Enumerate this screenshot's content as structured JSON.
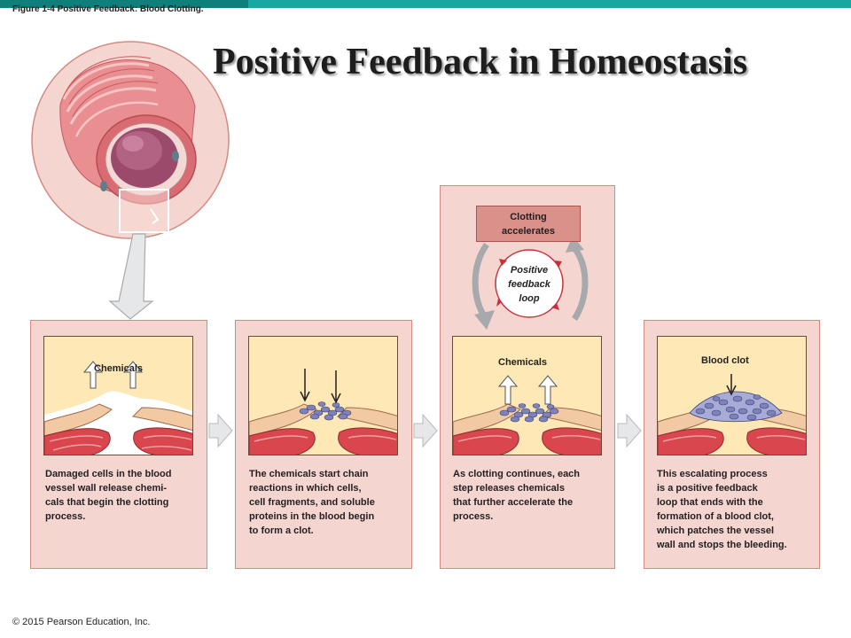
{
  "figure_label": "Figure 1-4 Positive Feedback: Blood Clotting.",
  "title": "Positive Feedback in Homeostasis",
  "copyright": "© 2015 Pearson Education, Inc.",
  "loop": {
    "box_lines": [
      "Clotting",
      "accelerates"
    ],
    "center_lines": [
      "Positive",
      "feedback",
      "loop"
    ]
  },
  "steps": [
    {
      "label": "Chemicals",
      "caption_lines": [
        "Damaged cells in the blood",
        "vessel wall release chemi-",
        "cals that begin the clotting",
        "process."
      ]
    },
    {
      "label": "",
      "caption_lines": [
        "The chemicals start chain",
        "reactions in which cells,",
        "cell fragments, and soluble",
        "proteins in the blood begin",
        "to form a clot."
      ]
    },
    {
      "label": "Chemicals",
      "caption_lines": [
        "As clotting continues, each",
        "step releases chemicals",
        "that further accelerate the",
        "process."
      ]
    },
    {
      "label": "Blood clot",
      "caption_lines": [
        "This escalating process",
        "is a positive feedback",
        "loop that ends with the",
        "formation of a blood clot,",
        "which patches the vessel",
        "wall and stops the bleeding."
      ]
    }
  ],
  "colors": {
    "accent_teal": "#1aa6a1",
    "panel_fill": "#f4d5d0",
    "panel_border": "#d48a80",
    "scene_fill": "#fde8b6",
    "box_fill": "#d9918a",
    "loop_arrow": "#c8313a",
    "vessel_pink": "#e68d8f",
    "muscle_red": "#d9464d",
    "clot_blue": "#7d82b8"
  }
}
